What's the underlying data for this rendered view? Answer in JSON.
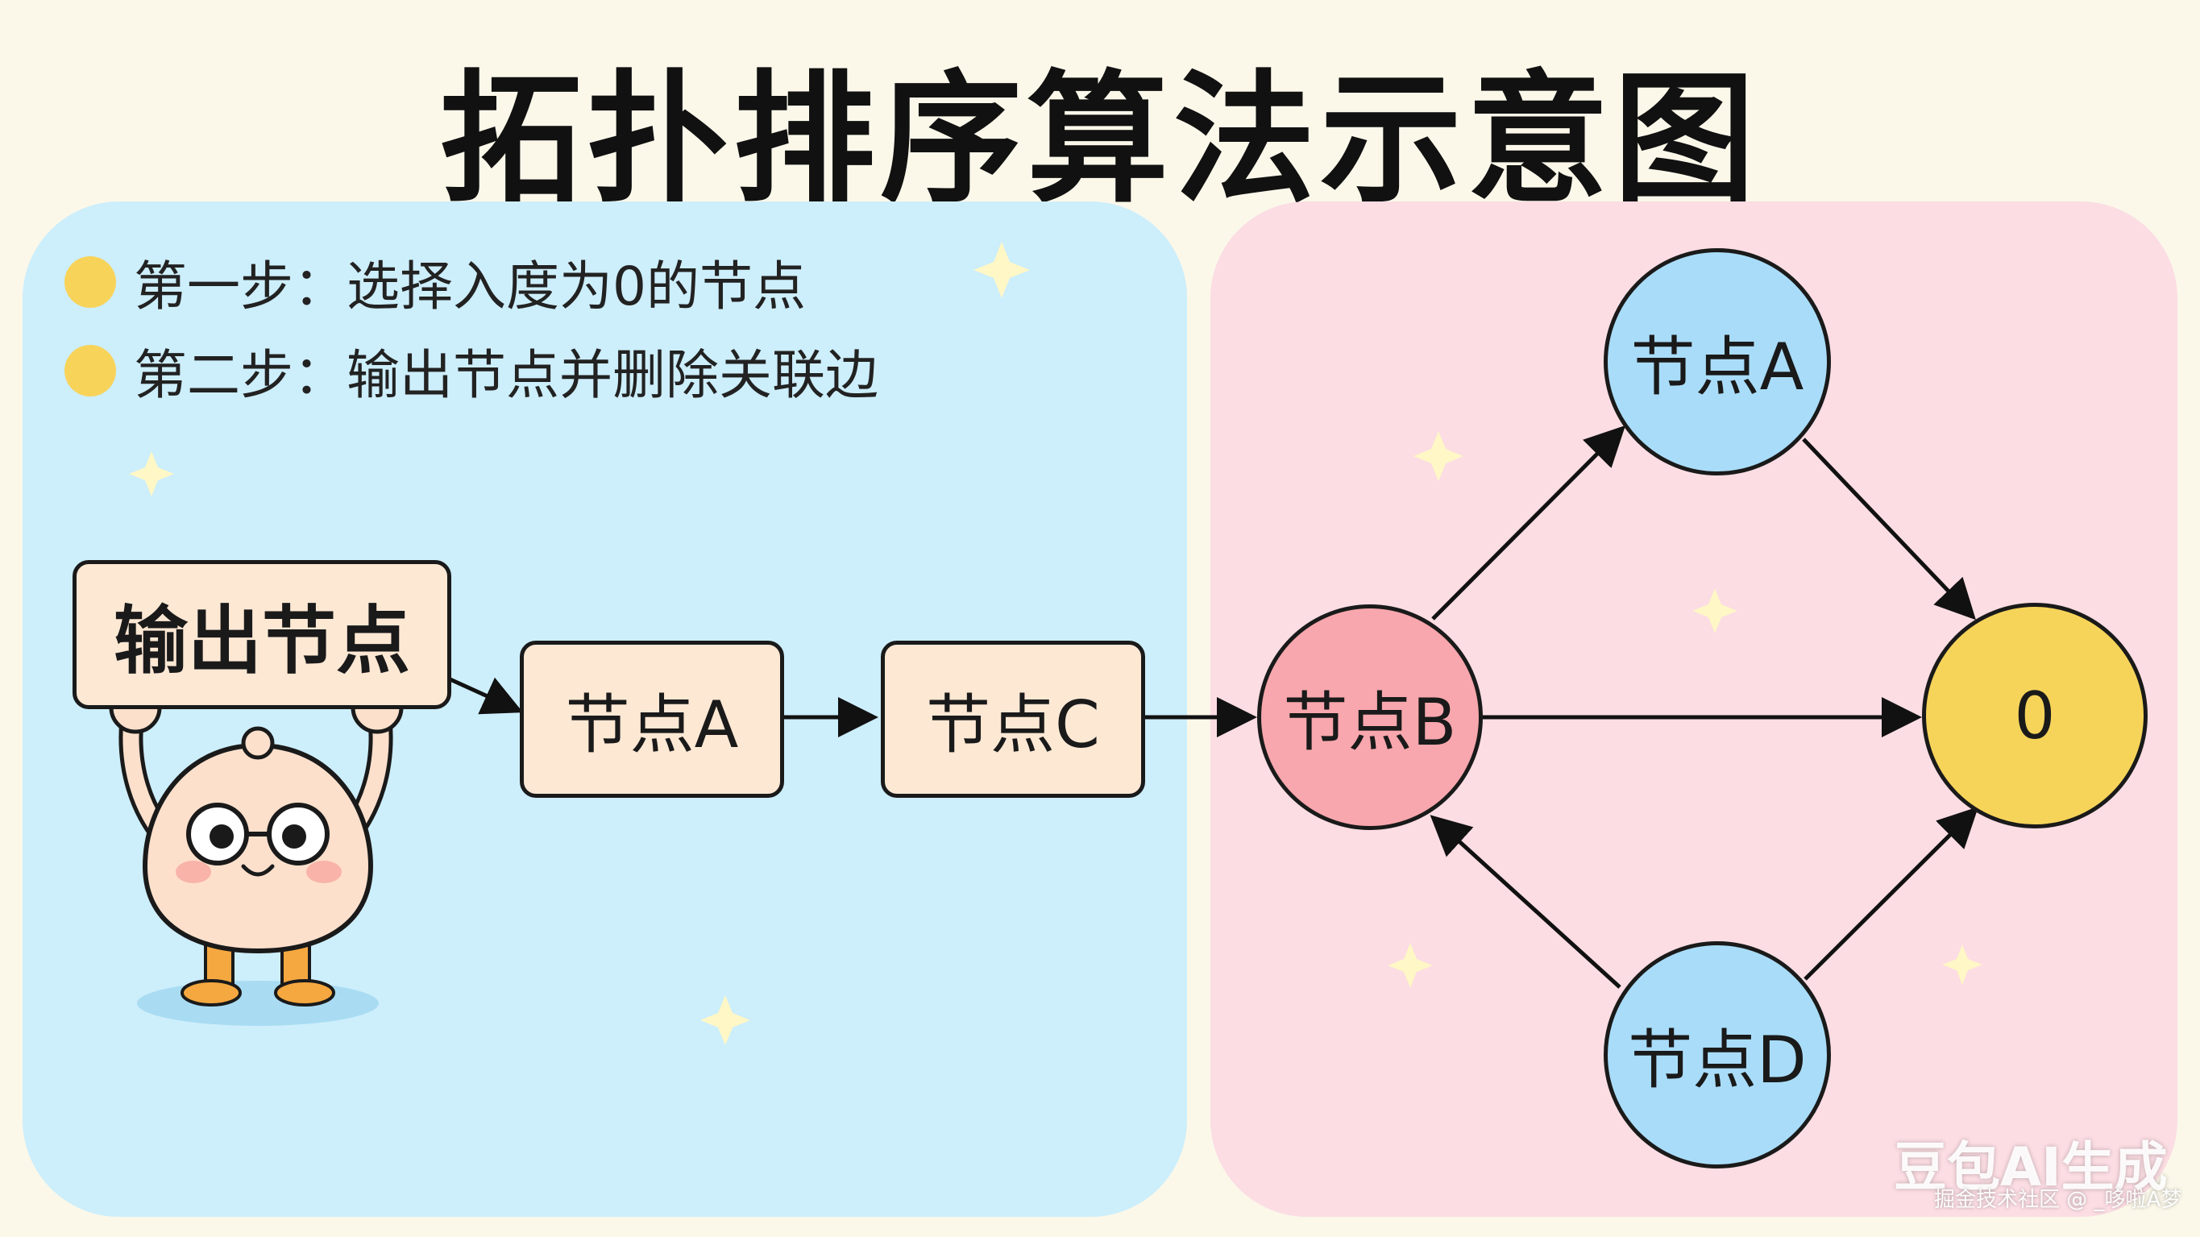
{
  "title": "拓扑排序算法示意图",
  "steps": [
    {
      "text": "第一步：选择入度为0的节点"
    },
    {
      "text": "第二步：输出节点并删除关联边"
    }
  ],
  "mascot_sign": "输出节点",
  "output_sequence": [
    "节点A",
    "节点C"
  ],
  "graph_nodes": {
    "a": "节点A",
    "b": "节点B",
    "d": "节点D",
    "zero": "0"
  },
  "watermark": {
    "main": "豆包AI生成",
    "sub": "掘金技术社区 @ _哆啦A梦"
  },
  "colors": {
    "left_panel": "#cdeefb",
    "right_panel": "#fbdde3",
    "node_blue": "#a9dcf8",
    "node_pink": "#f7a7ad",
    "node_yellow": "#f6d45a",
    "box_fill": "#fde8d4"
  }
}
